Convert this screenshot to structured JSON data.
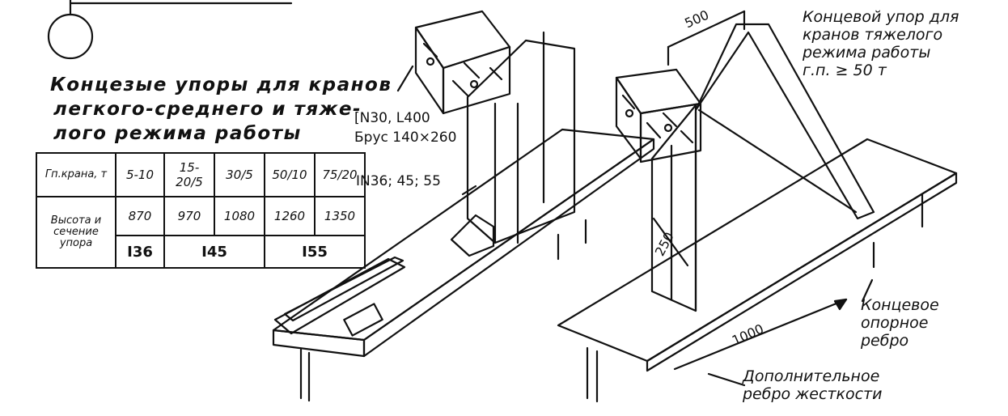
{
  "title": {
    "line1": "Концезые упоры для кранов",
    "line2": "легкого-среднего и тяже-",
    "line3": "лого режима работы"
  },
  "table": {
    "header_label": "Гп.крана, т",
    "header_values": [
      "5-10",
      "15-20/5",
      "30/5",
      "50/10",
      "75/20"
    ],
    "height_label": "Высота и сечение упора",
    "height_values": [
      "870",
      "970",
      "1080",
      "1260",
      "1350"
    ],
    "section_values": [
      "I36",
      "I45",
      "I55"
    ]
  },
  "callouts": {
    "channel": "[N30, L400",
    "beam": "Брус 140×260",
    "ibeam": "IN36; 45; 55"
  },
  "notes": {
    "heavy_stop": "Концевой упор для\nкранов тяжелого\nрежима работы\nг.п. ≥ 50 т",
    "end_rib": "Концевое\nопорное\nребро",
    "extra_rib": "Дополнительное\nребро жесткости"
  },
  "dimensions": {
    "d500": "500",
    "d250": "250",
    "d1000": "1000"
  }
}
